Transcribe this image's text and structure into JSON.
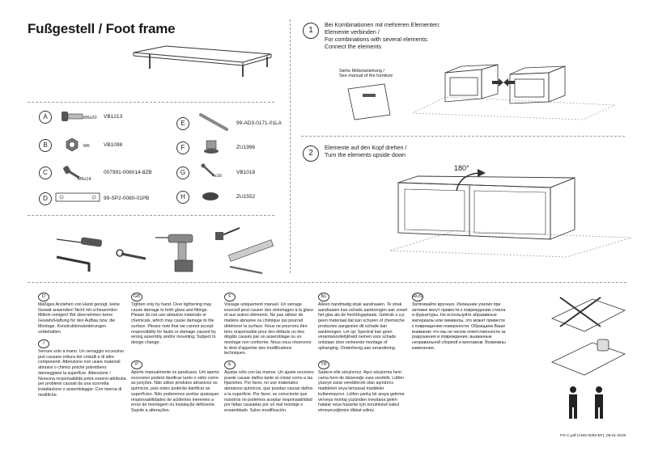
{
  "title": "Fußgestell / Foot frame",
  "parts": [
    {
      "letter": "A",
      "size": "M6x20",
      "code": "VB1213"
    },
    {
      "letter": "B",
      "size": "M6",
      "code": "VB1098"
    },
    {
      "letter": "C",
      "size": "M6x14",
      "code": "007991-006014-8ZB"
    },
    {
      "letter": "D",
      "size": "",
      "code": "99-SP2-0080-01PB"
    },
    {
      "letter": "E",
      "size": "",
      "code": "99-AD3-0171-01LA"
    },
    {
      "letter": "F",
      "size": "",
      "code": "ZU1996"
    },
    {
      "letter": "G",
      "size": "4x16",
      "code": "VB1018"
    },
    {
      "letter": "H",
      "size": "",
      "code": "ZU1552"
    }
  ],
  "step1": {
    "number": "1",
    "lines": [
      "Bei Kombinationen mit mehreren Elementen:",
      "Elemente verbinden /",
      "For combinations with several elements:",
      "Connect the elements"
    ],
    "manual_note": [
      "Siehe Möbelanleitung /",
      "See manual of the furniture"
    ]
  },
  "step2": {
    "number": "2",
    "lines": [
      "Elemente auf den Kopf drehen /",
      "Turn the elements upside down"
    ],
    "angle": "180°"
  },
  "languages": [
    {
      "code": "D",
      "text": "Mäßiges Anziehen von Hand genügt, keine Gewalt anwenden! Nicht mit scheuernden Mitteln reinigen! Wir übernehmen keine Gewähr/Haftung für den Aufbau bzw. die Montage. Konstruktionsänderungen vorbehalten."
    },
    {
      "code": "I",
      "text": "Serrare solo a mano. Un serraggio eccessivo può causare rottura dei cristalli e di altre componenti. Attenzione non usare materiali abrasivi o chimici poiché potrebbero danneggiare la superficie. Attenzione ! Nessuna responsabilità potrà essersi attribuita per problemi causati da una scorretta installazione o assemblaggio. Con riserva di modifiche."
    },
    {
      "code": "GB",
      "text": "Tighten only by hand. Over tightening may cause damage to both glass and fittings. Please do not use abrasive materials or chemicals, which may cause damage to the surface. Please note that we cannot accept responsibility for faults or damage caused by wrong assembly and/or mounting. Subject to design change."
    },
    {
      "code": "P",
      "text": "Aperte manualmente os parafusos. Um aperto excessivo poderá danificar tanto o vidro como as junções. Não utilize produtos abrasivos ou químicos, pois estes poderão danificar as superfícies. Não poderemos aceitar quaisquer responsabilidades de acidentes inerentes a erros de montagem ou instalação deficiente. Sujeito a alterações."
    },
    {
      "code": "F",
      "text": "Vissage uniquement manuel. Un serrage excessif peut causer des dommages à la glace et aux autres éléments. Ne pas utiliser de matière abrasive ou chimique qui pourrait détériorer la surface. Nous ne pourrons être tenu responsable pour des défauts ou des dégâts causés par un assemblage ou un montage non conforme. Nous nous réservons le droit d'apporter des modifications techniques."
    },
    {
      "code": "E",
      "text": "Ajustar sólo con las manos. Un ajuste excesivo puede causar daños tanto al cristal como a las fijaciones. Por favor, no use materiales abrasivos químicos, que puedan causar daños a la superficie. Por favor, se consciente que nosotros no podemos aceptar responsabilidad por faltas causadas por un mal montaje o ensamblado. Salvo modificación."
    },
    {
      "code": "NL",
      "text": "Alleen handmatig strak aandraaien. Te strak aandraaien kan schade aanbrengen aan zowel het glas als de hechtingsplaats. Gebruik s.v.p. geen materiaal dat kan schuren of chemische producten aangezien dit schade kan aanbrengen. Let op: Spectral kan geen verantwoordelijkheid nemen voor schade ontstaan door verkeerde montage of ophanging. Onderhevig aan verandering."
    },
    {
      "code": "TR",
      "text": "Sadece elle sıkıştırınız. Aşırı sıkıştırma hem cama hem de düzeneğe zara verebilir. Lütfen yüzeye zarar verebilecek olan aşındırıcı maddeleri veya kimyasal maddeler kullanmayınız. Lütfen yanlış bir araya getirme ve/veya montaj yüzünden meydana gelen hatalar veya hasarlar için sorumluluk kabul etmeyeceğimize dikkat ediniz."
    },
    {
      "code": "RUS",
      "text": "Затягивайте вручную. Излишние усилия при затяжке могут привести к повреждению стекла и фурнитуры. Не используйте абразивные материалы или химикаты, это может привести к повреждению поверхности. Обращаем Ваше внимание что мы не несем ответственности за разрушения и повреждения, вызванные неправильной сборкой и монтажом. Возможны изменения."
    }
  ],
  "footer": "FG-C.pdf (AND-0093-EF)_09.01.2019"
}
